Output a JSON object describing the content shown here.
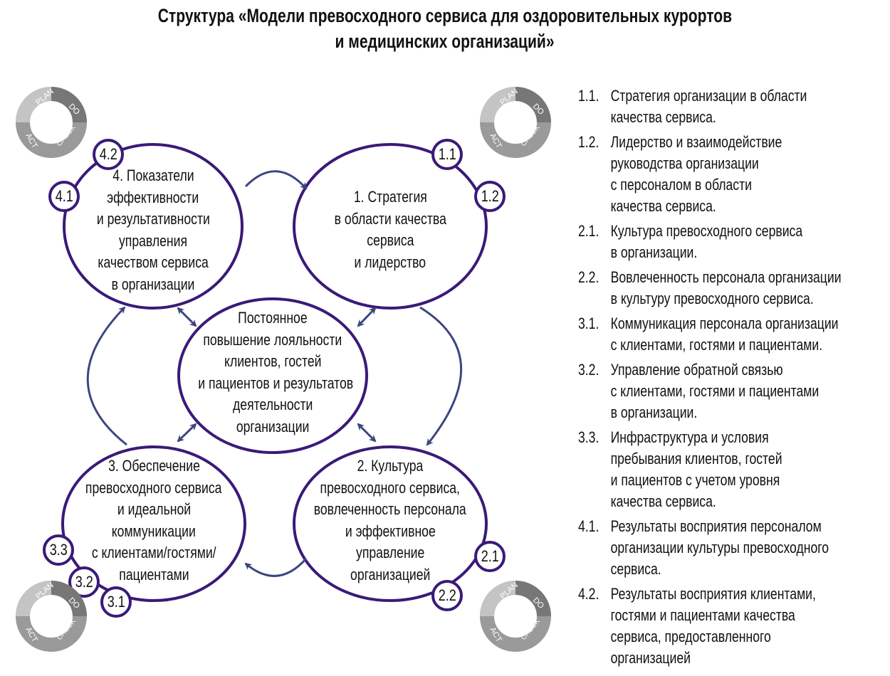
{
  "title": {
    "line1": "Структура «Модели превосходного сервиса для оздоровительных курортов",
    "line2": "и медицинских организаций»"
  },
  "pdca": {
    "plan": "PLAN",
    "do": "DO",
    "check": "CHECK",
    "act": "ACT"
  },
  "colors": {
    "ellipse": "#3a1a78",
    "arrow": "#3c4680"
  },
  "ellipses": {
    "e4": [
      "4. Показатели",
      "эффективности",
      "и результативности",
      "управления",
      "качеством сервиса",
      "в организации"
    ],
    "e1": [
      "1. Стратегия",
      "в области качества",
      "сервиса",
      "и лидерство"
    ],
    "center": [
      "Постоянное",
      "повышение лояльности",
      "клиентов, гостей",
      "и пациентов и результатов",
      "деятельности",
      "организации"
    ],
    "e3": [
      "3. Обеспечение",
      "превосходного сервиса",
      "и идеальной",
      "коммуникации",
      "с клиентами/гостями/",
      "пациентами"
    ],
    "e2": [
      "2. Культура",
      "превосходного сервиса,",
      "вовлеченность персонала",
      "и эффективное",
      "управление",
      "организацией"
    ]
  },
  "badges": {
    "b42": "4.2",
    "b41": "4.1",
    "b11": "1.1",
    "b12": "1.2",
    "b33": "3.3",
    "b32": "3.2",
    "b31": "3.1",
    "b21": "2.1",
    "b22": "2.2"
  },
  "list": [
    {
      "num": "1.1.",
      "lines": [
        "Стратегия организации в области",
        "качества сервиса."
      ]
    },
    {
      "num": "1.2.",
      "lines": [
        "Лидерство и взаимодействие",
        "руководства организации",
        "с персоналом в области",
        "качества сервиса."
      ]
    },
    {
      "num": "2.1.",
      "lines": [
        "Культура превосходного сервиса",
        "в организации."
      ]
    },
    {
      "num": "2.2.",
      "lines": [
        "Вовлеченность персонала организации",
        "в культуру превосходного сервиса."
      ]
    },
    {
      "num": "3.1.",
      "lines": [
        "Коммуникация персонала организации",
        "с клиентами, гостями и пациентами."
      ]
    },
    {
      "num": "3.2.",
      "lines": [
        "Управление обратной связью",
        "с клиентами, гостями и пациентами",
        "в организации."
      ]
    },
    {
      "num": "3.3.",
      "lines": [
        "Инфраструктура и условия",
        "пребывания клиентов, гостей",
        "и пациентов с учетом уровня",
        "качества сервиса."
      ]
    },
    {
      "num": "4.1.",
      "lines": [
        "Результаты восприятия персоналом",
        "организации культуры превосходного",
        "сервиса."
      ]
    },
    {
      "num": "4.2.",
      "lines": [
        "Результаты восприятия клиентами,",
        "гостями и пациентами качества",
        "сервиса, предоставленного",
        "организацией"
      ]
    }
  ]
}
